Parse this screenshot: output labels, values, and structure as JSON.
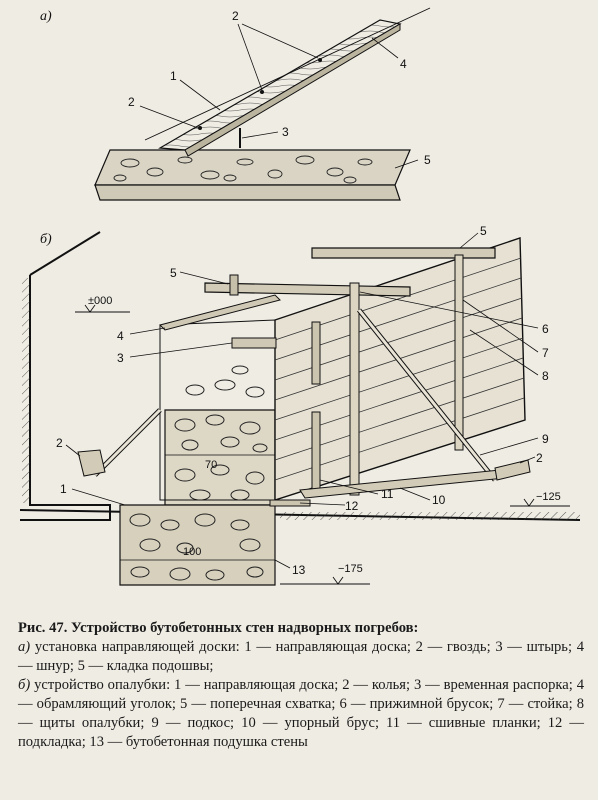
{
  "figure": {
    "sub_a": "а)",
    "sub_b": "б)",
    "marks": {
      "zero": "±000",
      "m125": "−125",
      "m175": "−175"
    },
    "dims": {
      "d70": "70",
      "d100": "100"
    },
    "callouts_a": [
      "2",
      "4",
      "1",
      "2",
      "3",
      "5"
    ],
    "callouts_b": [
      "5",
      "5",
      "4",
      "3",
      "6",
      "7",
      "8",
      "9",
      "2",
      "1",
      "2",
      "11",
      "12",
      "10",
      "13"
    ]
  },
  "caption": {
    "title": "Рис. 47. Устройство бутобетонных стен надворных погребов:",
    "part_a_letter": "а)",
    "part_a_text": " установка направляющей доски: 1 — направляющая доска; 2 — гвоздь; 3 — штырь; 4 — шнур; 5 — кладка подошвы;",
    "part_b_letter": "б)",
    "part_b_text": " устройство опалубки: 1 — направляющая доска; 2 — колья; 3 — временная распорка; 4 — обрамляющий уголок; 5 — поперечная схватка; 6 — прижимной брусок; 7 — стойка; 8 — щиты опалубки; 9 — подкос; 10 — упорный брус; 11 — сшивные планки; 12 — подкладка; 13 — бутобетонная подушка стены"
  }
}
